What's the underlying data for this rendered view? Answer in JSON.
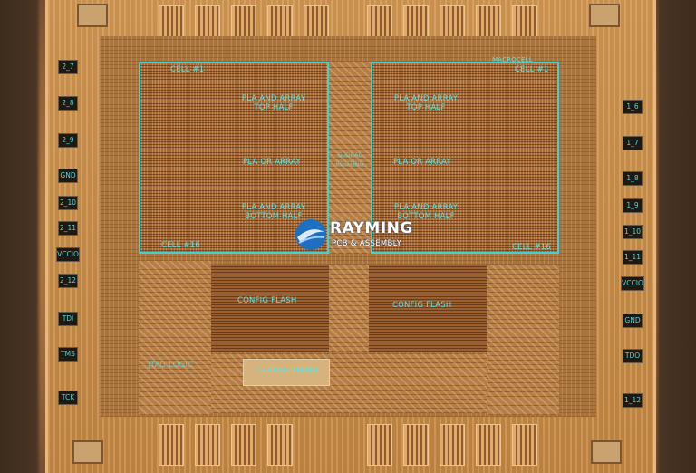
{
  "image": {
    "subject": "Die photograph of a CPLD chip with labeled functional blocks",
    "accent_color": "#43d0d0",
    "die_color": "#b9803f"
  },
  "blocks": {
    "left_cell_top": "CELL #1",
    "left_cell_bottom": "CELL #16",
    "right_cell_top": "CELL #1",
    "right_cell_bottom": "CELL #16",
    "left_pla_top": "PLA AND ARRAY TOP HALF",
    "left_pla_or": "PLA OR ARRAY",
    "left_pla_bottom": "PLA AND ARRAY BOTTOM HALF",
    "right_pla_top": "PLA AND ARRAY TOP HALF",
    "right_pla_or": "PLA OR ARRAY",
    "right_pla_bottom": "PLA AND ARRAY BOTTOM HALF",
    "config_flash_left": "CONFIG FLASH",
    "config_flash_right": "CONFIG FLASH",
    "charge_pumps": "CHARGE PUMPS",
    "jtag_logic": "JTAG LOGIC",
    "macrocell": "MACROCELL",
    "routing_top": "GLOBAL ROUTING"
  },
  "pins_left": [
    "2_7",
    "2_8",
    "2_9",
    "GND",
    "2_10",
    "2_11",
    "VCCIO",
    "2_12",
    "TDI",
    "TMS",
    "TCK"
  ],
  "pins_right": [
    "1_6",
    "1_7",
    "1_8",
    "1_9",
    "1_10",
    "1_11",
    "VCCIO",
    "GND",
    "TDO",
    "1_12"
  ],
  "watermark": {
    "brand": "RAYMING",
    "tagline": "PCB & ASSEMBLY"
  }
}
